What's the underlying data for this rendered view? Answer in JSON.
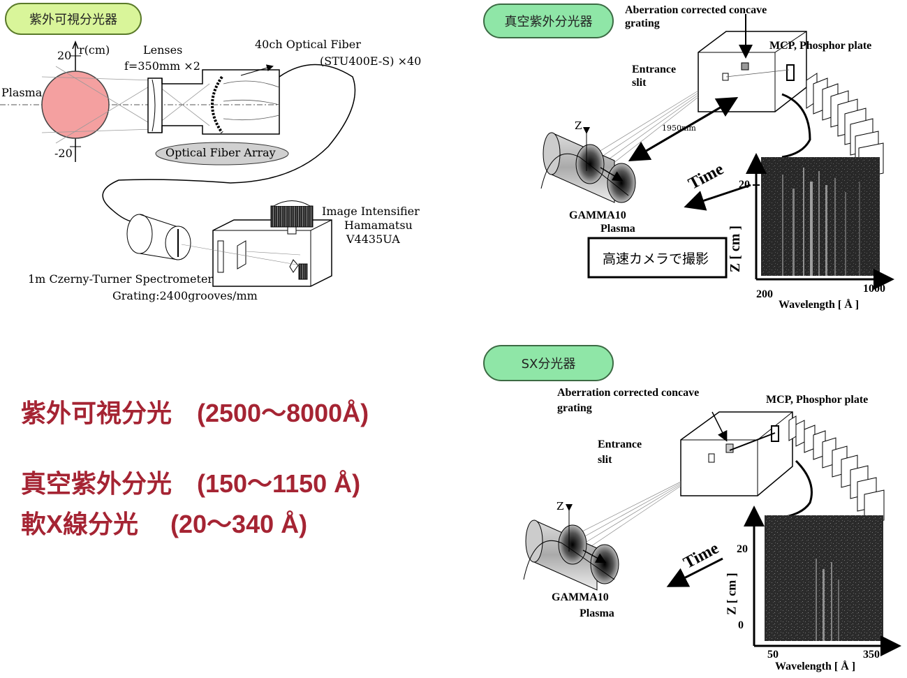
{
  "uv_visible": {
    "title": "紫外可視分光器",
    "r_axis": "r(cm)",
    "tick_top": "20",
    "tick_bottom": "-20",
    "plasma": "Plasma",
    "lenses": "Lenses",
    "lens_spec": "f=350mm ×2",
    "fiber": "40ch Optical Fiber",
    "fiber_spec": "(STU400E-S) ×40",
    "fiber_array": "Optical Fiber Array",
    "intensifier_1": "Image  Intensifier",
    "intensifier_2": "Hamamatsu",
    "intensifier_3": "V4435UA",
    "spectrometer": "1m Czerny-Turner Spectrometer",
    "grating": "Grating:2400grooves/mm"
  },
  "vuv": {
    "title": "真空紫外分光器",
    "grating_1": "Aberration corrected concave",
    "grating_2": "grating",
    "mcp": "MCP, Phosphor plate",
    "slit_1": "Entrance",
    "slit_2": "slit",
    "distance": "1950mm",
    "z": "Z",
    "time": "Time",
    "gamma_1": "GAMMA10",
    "gamma_2": "Plasma",
    "camera": "高速カメラで撮影",
    "y_tick": "20",
    "y_label": "Z [ cm ]",
    "x_min": "200",
    "x_max": "1000",
    "x_label": "Wavelength [ Å ]"
  },
  "sx": {
    "title": "SX分光器",
    "grating_1": "Aberration corrected concave",
    "grating_2": "grating",
    "mcp": "MCP, Phosphor plate",
    "slit_1": "Entrance",
    "slit_2": "slit",
    "z": "Z",
    "time": "Time",
    "gamma_1": "GAMMA10",
    "gamma_2": "Plasma",
    "y_tick_top": "20",
    "y_tick_bottom": "0",
    "y_label": "Z [ cm ]",
    "x_min": "50",
    "x_max": "350",
    "x_label": "Wavelength [ Å ]"
  },
  "ranges": {
    "line1": "紫外可視分光　(2500～8000Å)",
    "line2": "真空紫外分光　(150～1150 Å)",
    "line3": "軟X線分光　 (20～340 Å)"
  },
  "colors": {
    "title_pill": "#d9f59a",
    "title_pill2": "#8fe6a7",
    "plasma": "#f4a0a0",
    "range_text": "#a52433"
  }
}
